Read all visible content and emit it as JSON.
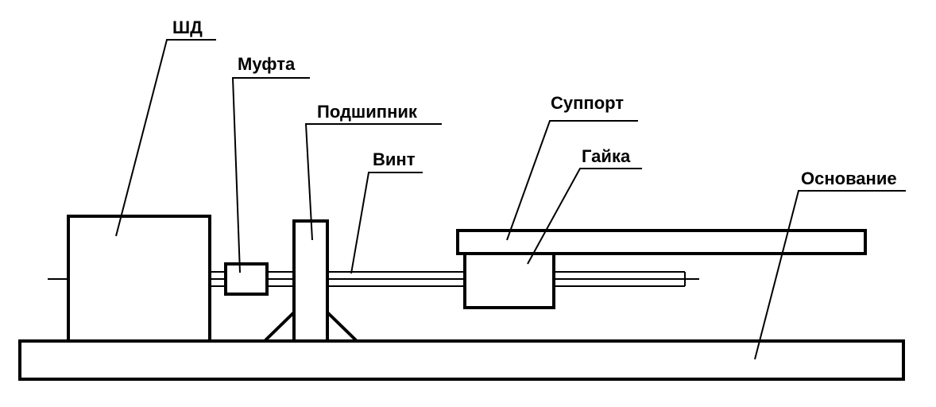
{
  "labels": {
    "motor": "ШД",
    "coupling": "Муфта",
    "bearing": "Подшипник",
    "screw": "Винт",
    "carriage": "Суппорт",
    "nut": "Гайка",
    "base": "Основание"
  },
  "colors": {
    "stroke": "#000000",
    "background": "#ffffff"
  }
}
